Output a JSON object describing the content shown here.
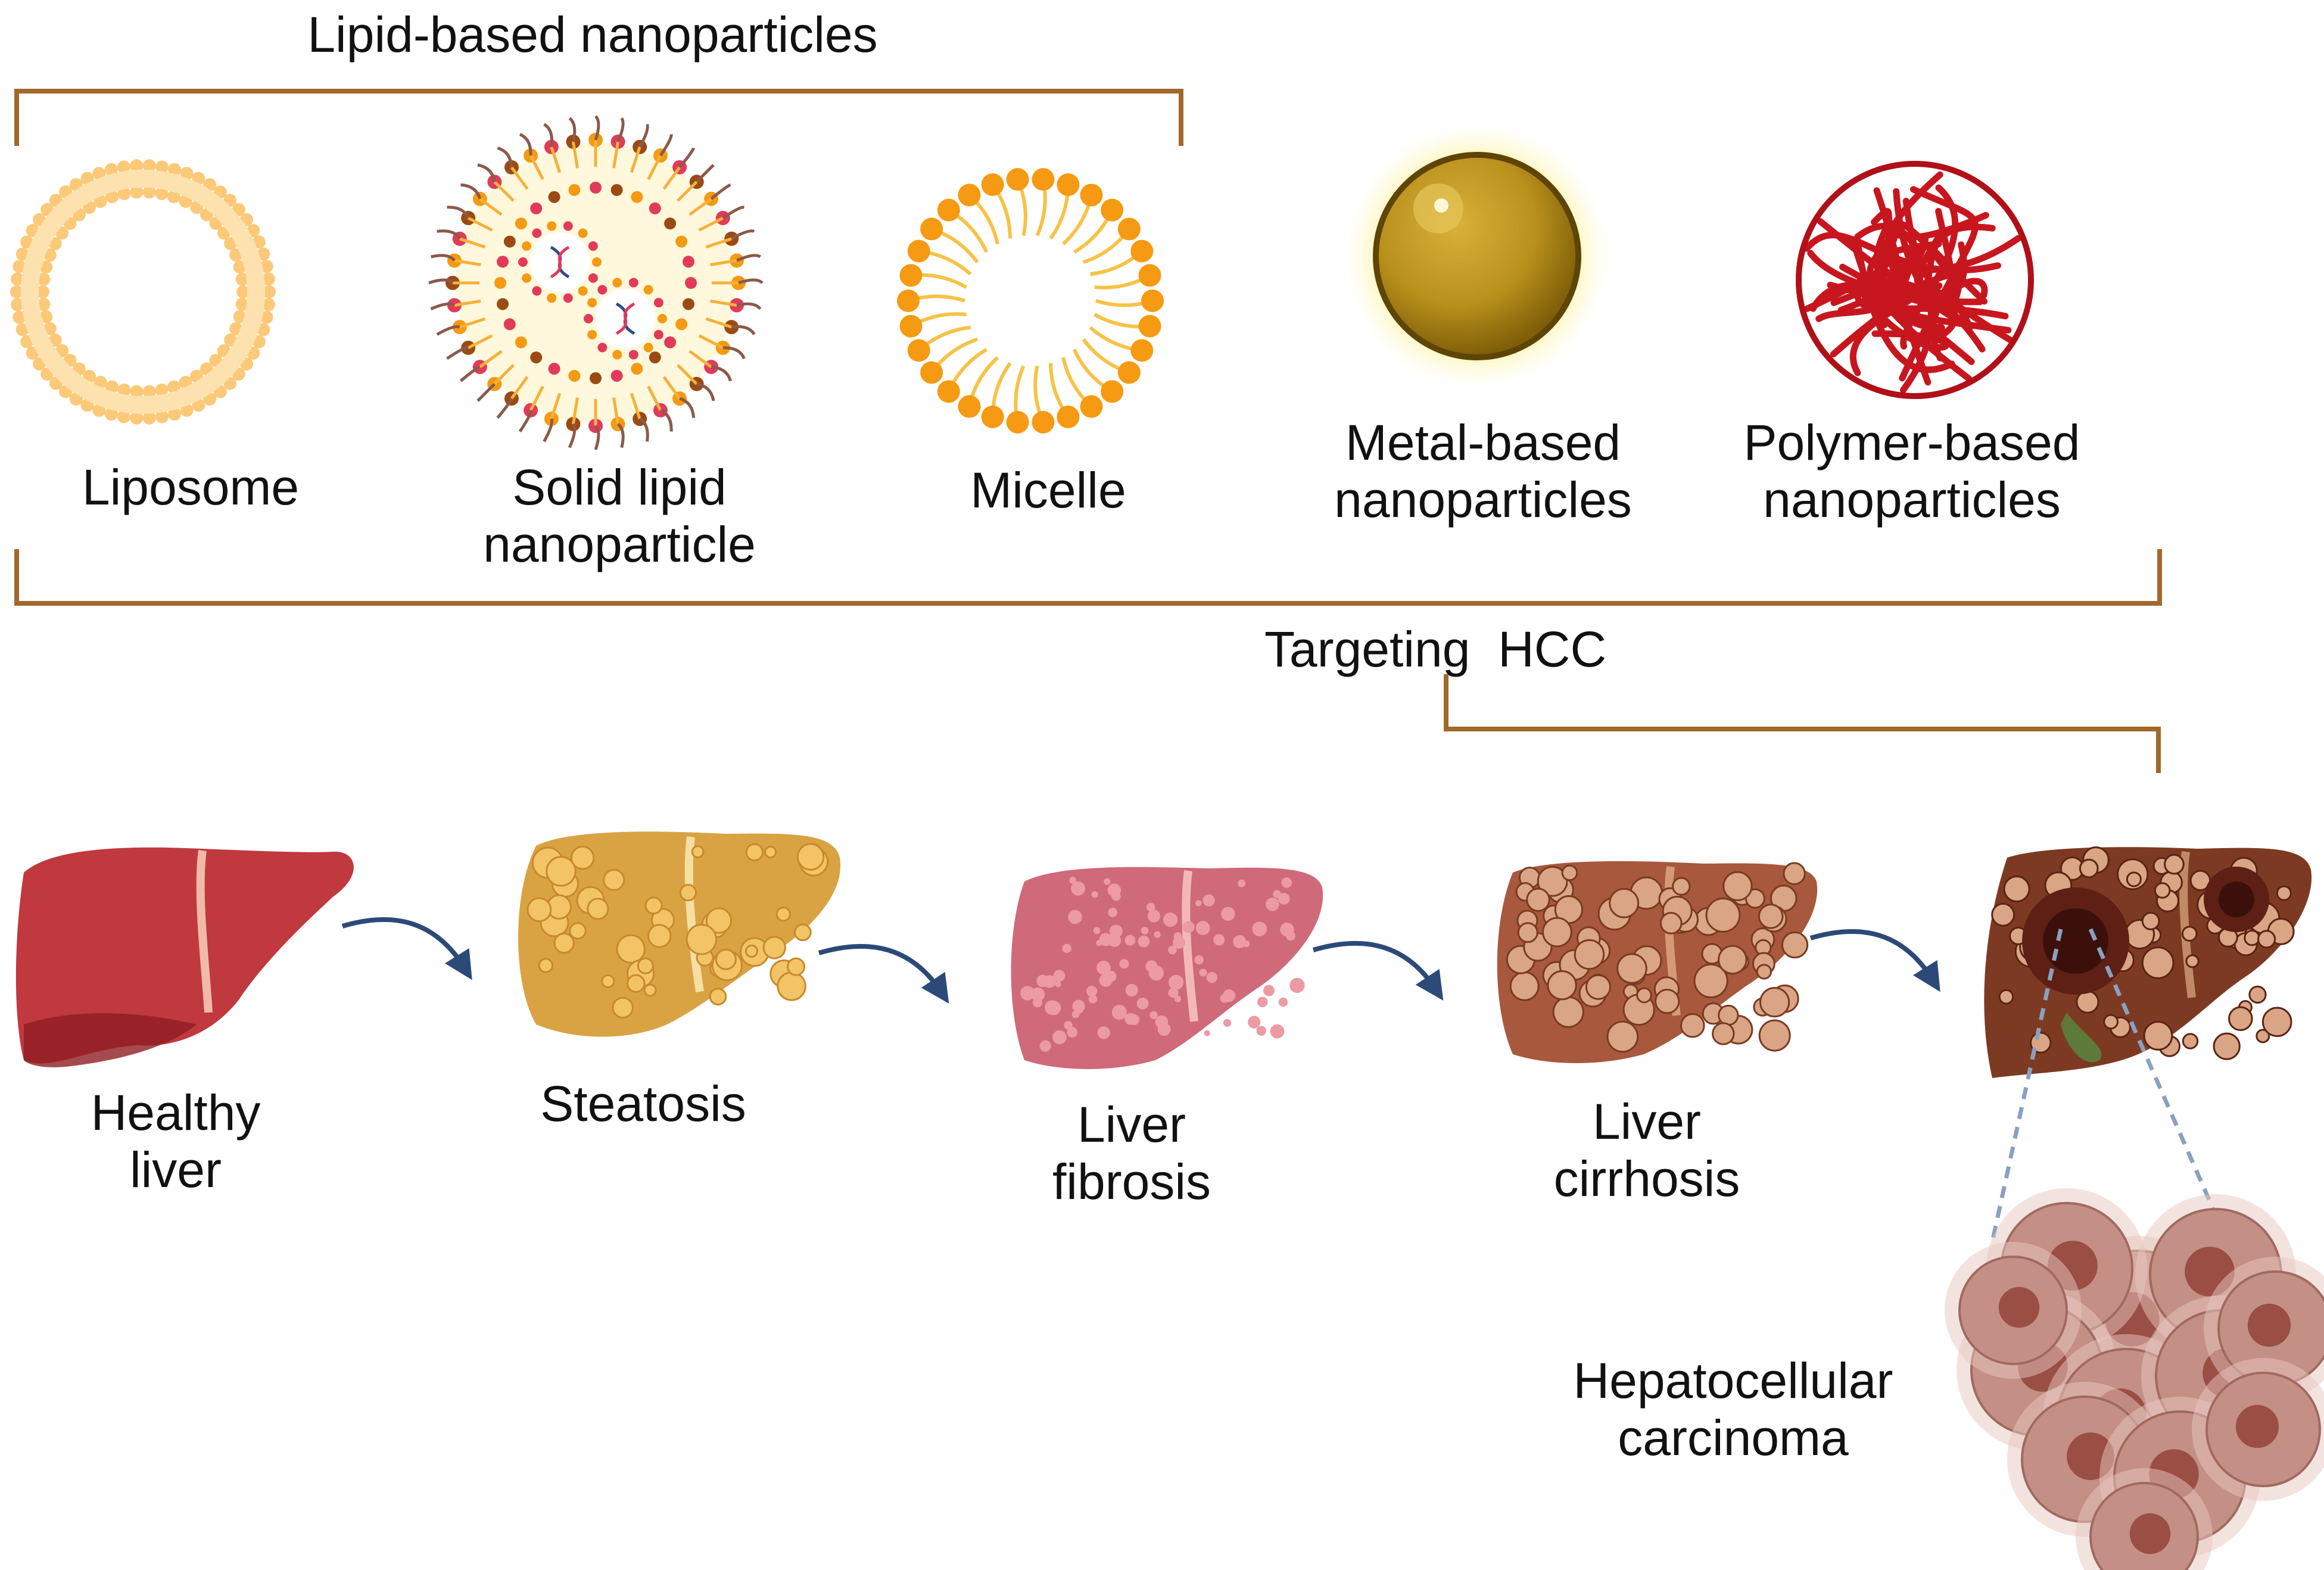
{
  "headings": {
    "lipid_group": "Lipid-based nanoparticles",
    "targeting": "Targeting  HCC"
  },
  "nanoparticles": [
    {
      "id": "liposome",
      "lines": [
        "Liposome"
      ]
    },
    {
      "id": "solid-lipid",
      "lines": [
        "Solid lipid",
        "nanoparticle"
      ]
    },
    {
      "id": "micelle",
      "lines": [
        "Micelle"
      ]
    },
    {
      "id": "metal",
      "lines": [
        "Metal-based",
        "nanoparticles"
      ]
    },
    {
      "id": "polymer",
      "lines": [
        "Polymer-based",
        "nanoparticles"
      ]
    }
  ],
  "stages": [
    {
      "id": "healthy",
      "lines": [
        "Healthy",
        "liver"
      ]
    },
    {
      "id": "steatosis",
      "lines": [
        "Steatosis"
      ]
    },
    {
      "id": "fibrosis",
      "lines": [
        "Liver",
        "fibrosis"
      ]
    },
    {
      "id": "cirrhosis",
      "lines": [
        "Liver",
        "cirrhosis"
      ]
    },
    {
      "id": "hcc",
      "lines": [
        "Hepatocellular",
        "carcinoma"
      ]
    }
  ],
  "colors": {
    "bracket": "#a0692a",
    "arrow": "#2c4a78",
    "lipid_light": "#fcc979",
    "lipid_orange": "#f59a12",
    "healthy_liver": "#c0393f",
    "steatosis_liver": "#d9a343",
    "fibrosis_liver": "#cf6a7a",
    "cirrhosis_liver": "#a8583d",
    "hcc_liver": "#7d3a22",
    "metal_gold": "#b8901c",
    "polymer_red": "#c8161f",
    "tumor_cells": "#c48f84"
  }
}
